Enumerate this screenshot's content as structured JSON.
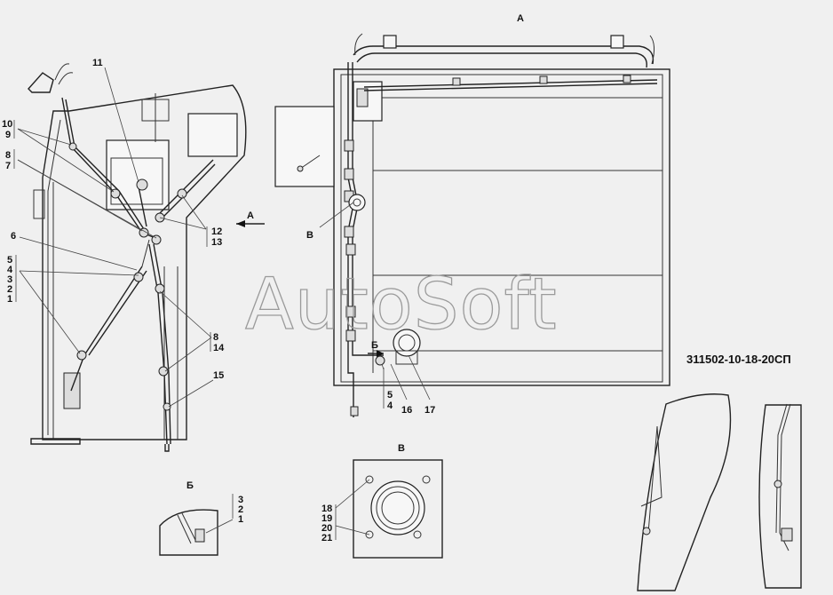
{
  "view_labels": {
    "view_a": "А",
    "view_b_cyr": "Б",
    "view_v": "В",
    "arrow_a": "А",
    "arrow_b_cyr": "Б",
    "marker_v": "В"
  },
  "document_code": "311502-10-18-20СП",
  "watermark": "AutoSoft",
  "callouts": {
    "c11": "11",
    "c10": "10",
    "c9": "9",
    "c8a": "8",
    "c7": "7",
    "c6": "6",
    "c5a": "5",
    "c4a": "4",
    "c3a": "3",
    "c2a": "2",
    "c1a": "1",
    "c12": "12",
    "c13": "13",
    "c8b": "8",
    "c14": "14",
    "c15": "15",
    "c5b": "5",
    "c4b": "4",
    "c16": "16",
    "c17": "17",
    "c3b": "3",
    "c2b": "2",
    "c1b": "1",
    "c18": "18",
    "c19": "19",
    "c20": "20",
    "c21": "21"
  }
}
